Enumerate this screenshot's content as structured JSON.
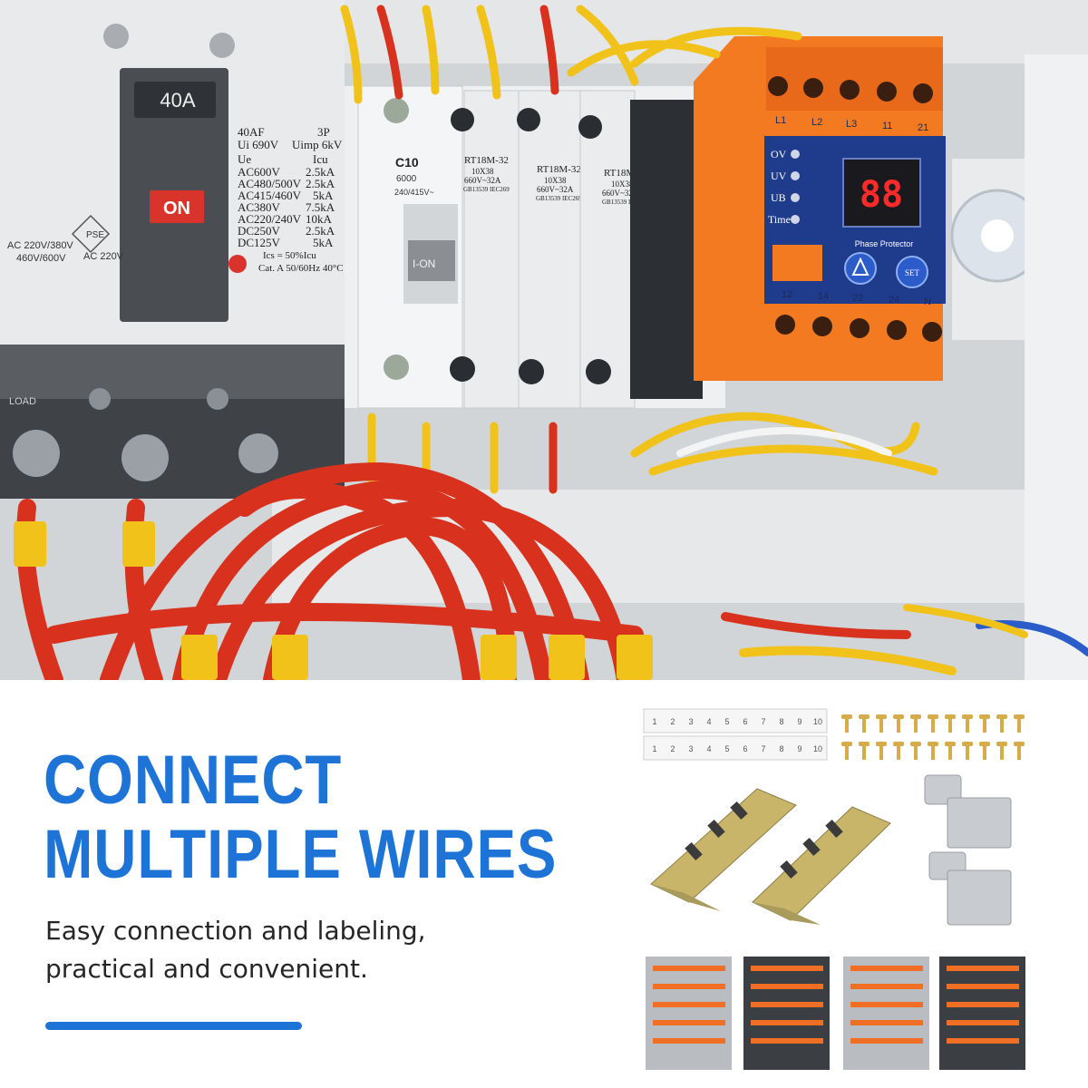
{
  "headline": {
    "line1": "CONNECT",
    "line2": "MULTIPLE WIRES"
  },
  "subtext": {
    "line1": "Easy connection and labeling,",
    "line2": "practical and convenient."
  },
  "photo": {
    "breaker": {
      "rating": "40A",
      "state": "ON",
      "frame_label": "40AF",
      "poles": "3P",
      "ui": "Ui 690V",
      "uimp": "Uimp 6kV",
      "ue_header": "Ue",
      "icu_header": "Icu",
      "spec_voltages": [
        "AC600V",
        "AC480/500V",
        "AC415/460V",
        "AC380V",
        "AC220/240V",
        "DC250V",
        "DC125V"
      ],
      "spec_icu": [
        "2.5kA",
        "2.5kA",
        "5kA",
        "7.5kA",
        "10kA",
        "2.5kA",
        "5kA"
      ],
      "ics": "Ics = 50%Icu",
      "category": "Cat. A  50/60Hz  40°C",
      "side_voltage_1": "AC 220V/380V",
      "side_voltage_2": "460V/600V",
      "side_voltage_3": "AC 220V",
      "pse": "PSE",
      "load": "LOAD"
    },
    "mcb": {
      "model": "C10",
      "code": "6000",
      "voltage": "240/415V~",
      "switch": "I-ON"
    },
    "fuse_holders": [
      {
        "model": "RT18M-32",
        "size": "10X38",
        "rating": "660V~32A",
        "std": "GB13539  IEC269"
      },
      {
        "model": "RT18M-32",
        "size": "10X38",
        "rating": "660V~32A",
        "std": "GB13539  IEC269"
      },
      {
        "model": "RT18M-32",
        "size": "10X38",
        "rating": "660V~32A",
        "std": "GB13539  IEC269"
      }
    ],
    "phase_protector": {
      "top_terminals": [
        "L1",
        "L2",
        "L3",
        "11",
        "21"
      ],
      "indicators": [
        "OV",
        "UV",
        "UB",
        "Time"
      ],
      "display": "88",
      "title": "Phase Protector",
      "set_label": "SET",
      "bottom_terminals": [
        "12",
        "14",
        "22",
        "24",
        "N"
      ]
    }
  },
  "kit": {
    "label_numbers": [
      "1",
      "2",
      "3",
      "4",
      "5",
      "6",
      "7",
      "8",
      "9",
      "10"
    ]
  },
  "colors": {
    "accent_blue": "#1e74d6",
    "text_dark": "#262626",
    "wire_red": "#d8321e",
    "wire_yellow": "#f1c21a",
    "protector_orange": "#f47a22"
  }
}
